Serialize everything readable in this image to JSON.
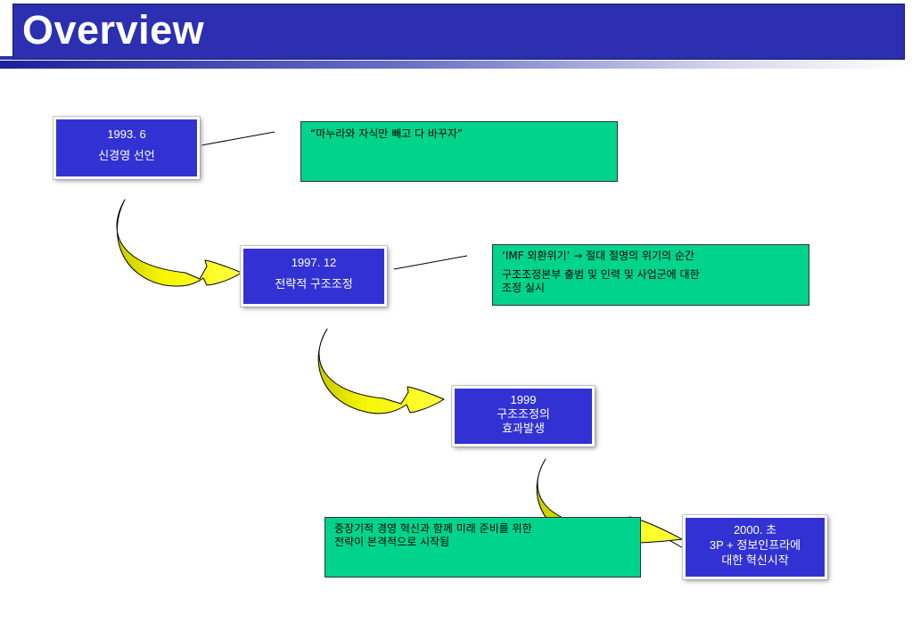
{
  "header": {
    "title": "Overview"
  },
  "steps": [
    {
      "date": "1993. 6",
      "label": "신경영 선언"
    },
    {
      "date": "1997. 12",
      "label": "전략적 구조조정"
    },
    {
      "date": "1999",
      "label_line1": "구조조정의",
      "label_line2": "효과발생"
    },
    {
      "date": "2000. 초",
      "label_line1": "3P + 정보인프라에",
      "label_line2": "대한 혁신시작"
    }
  ],
  "notes": [
    {
      "line1": "“마누라와 자식만 빼고 다 바꾸자”"
    },
    {
      "line1": "‘IMF 외환위기’ → 절대 절명의 위기의 순간",
      "line2": "구조조정본부 출범 및 인력 및 사업군에 대한",
      "line3": "조정 실시"
    },
    {
      "line1": "중장기적 경영 혁신과 함께 미래 준비를 위한",
      "line2": "전략이 본격적으로 시작됨"
    }
  ],
  "colors": {
    "header": "#2b2fb0",
    "step_box": "#3232d4",
    "note_box": "#00d48c",
    "arrow": "#f5f500"
  }
}
